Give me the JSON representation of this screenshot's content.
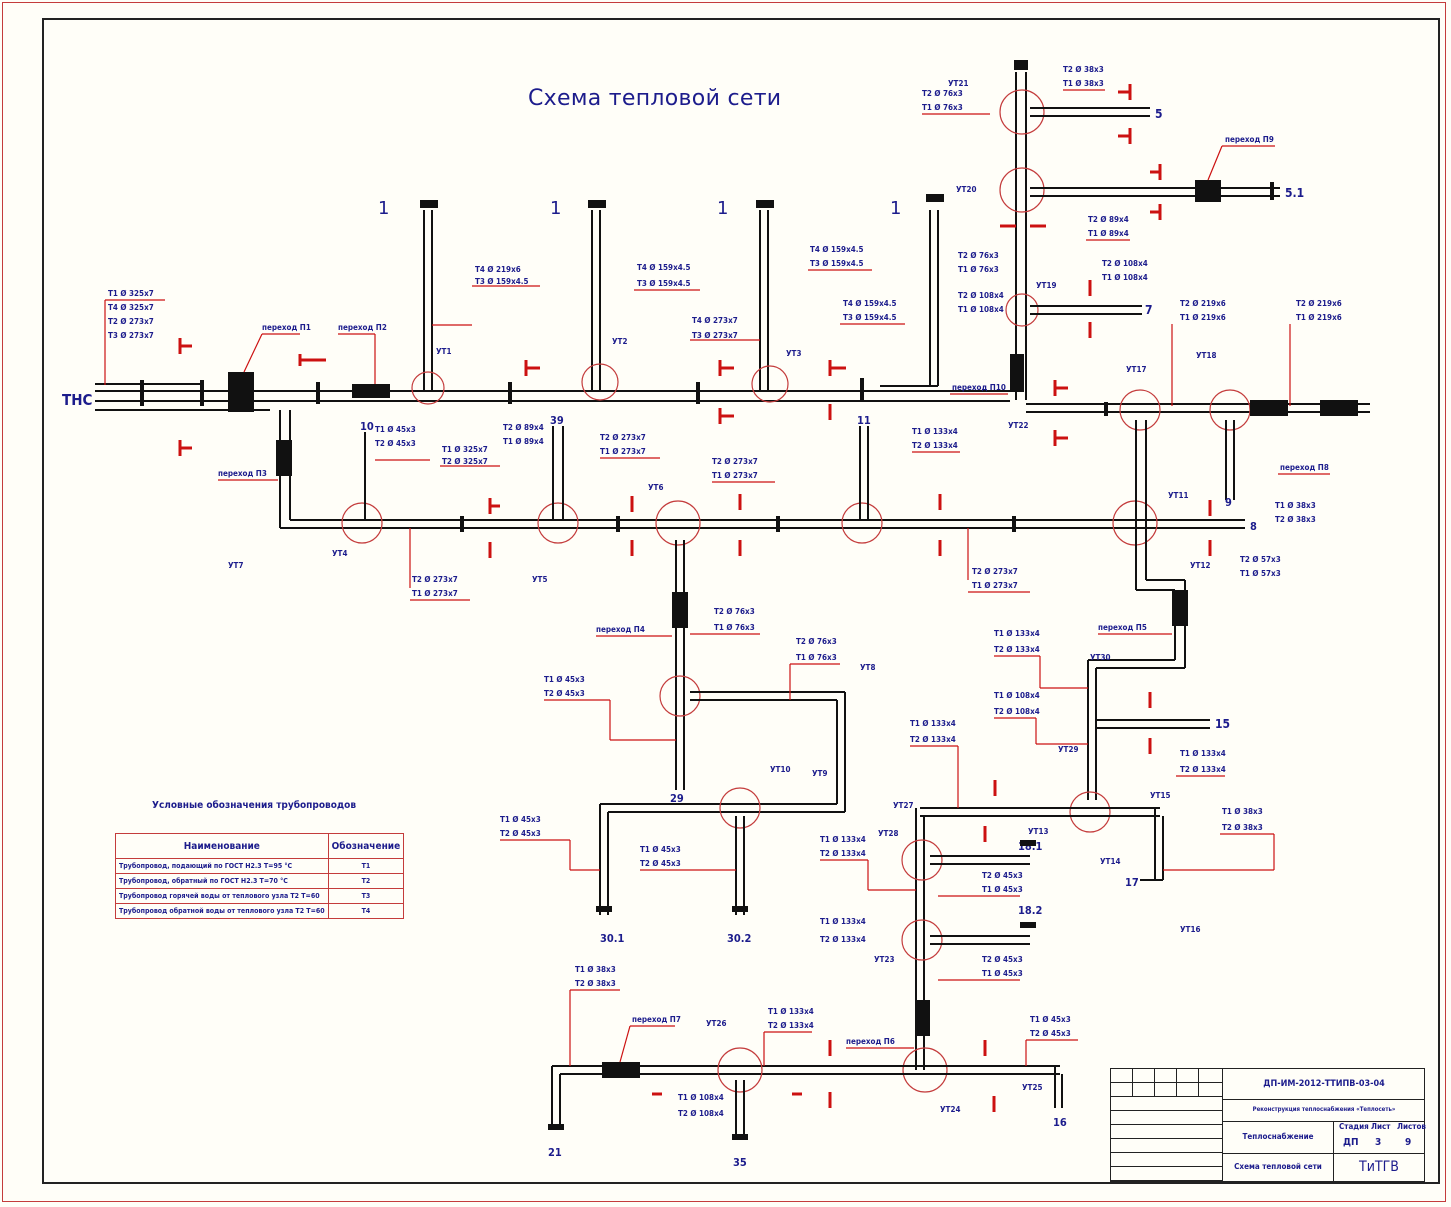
{
  "drawing": {
    "title": "Схема тепловой сети",
    "source": "ТНС"
  },
  "colors": {
    "frame": "#c43c3c",
    "pipe": "#111111",
    "text": "#1c1c8c",
    "leader": "#cc1111"
  },
  "legend": {
    "title": "Условные обозначения трубопроводов",
    "header": {
      "name": "Наименование",
      "code": "Обозначение"
    },
    "rows": [
      {
        "name": "Трубопровод, подающий по ГОСТ Н2.3 Т=95 °С",
        "code": "Т1"
      },
      {
        "name": "Трубопровод, обратный по ГОСТ Н2.3 Т=70 °С",
        "code": "Т2"
      },
      {
        "name": "Трубопровод горячей воды от теплового узла Т2 Т=60",
        "code": "Т3"
      },
      {
        "name": "Трубопровод обратной воды от теплового узла Т2 Т=60",
        "code": "Т4"
      }
    ]
  },
  "stamp": {
    "code": "ДП-ИМ-2012-ТТИПВ-03-04",
    "project": "Реконструкция теплоснабжения «Теплосеть»",
    "section": "Теплоснабжение",
    "stage_label": "Стадия",
    "sheet_label": "Лист",
    "sheets_label": "Листов",
    "stage": "ДП",
    "sheet": "3",
    "sheets": "9",
    "drawing_name": "Схема тепловой сети",
    "org": "ТиТГВ"
  },
  "consumers": [
    "1",
    "1",
    "1",
    "1",
    "5",
    "5.1",
    "7",
    "8",
    "9",
    "10",
    "11",
    "15",
    "16",
    "17",
    "18.1",
    "18.2",
    "21",
    "29",
    "30.1",
    "30.2",
    "35",
    "39"
  ],
  "nodes": [
    "УТ1",
    "УТ2",
    "УТ3",
    "УТ4",
    "УТ5",
    "УТ6",
    "УТ7",
    "УТ8",
    "УТ9",
    "УТ10",
    "УТ11",
    "УТ12",
    "УТ13",
    "УТ14",
    "УТ15",
    "УТ16",
    "УТ17",
    "УТ18",
    "УТ19",
    "УТ20",
    "УТ21",
    "УТ22",
    "УТ23",
    "УТ24",
    "УТ25",
    "УТ26",
    "УТ27",
    "УТ28",
    "УТ29",
    "УТ30"
  ],
  "pipe_labels": {
    "tns": [
      "Т1 Ø 325х7",
      "Т4 Ø 325х7",
      "Т2 Ø 273х7",
      "Т3 Ø 273х7"
    ],
    "br1": [
      "Т4 Ø 219х6",
      "Т3 Ø 159х4.5"
    ],
    "br2": [
      "Т4 Ø 159х4.5",
      "Т3 Ø 159х4.5"
    ],
    "br3": [
      "Т4 Ø 273х7",
      "Т3 Ø 273х7"
    ],
    "br3b": [
      "Т4 Ø 159х4.5",
      "Т3 Ø 159х4.5"
    ],
    "br4": [
      "Т4 Ø 159х4.5",
      "Т3 Ø 159х4.5"
    ],
    "mainA": [
      "Т1 Ø 325х7",
      "Т2 Ø 325х7"
    ],
    "mainB": [
      "Т2 Ø 89х4",
      "Т1 Ø 89х4"
    ],
    "mainC": [
      "Т2 Ø 273х7",
      "Т1 Ø 273х7"
    ],
    "mainD": [
      "Т2 Ø 273х7",
      "Т1 Ø 273х7"
    ],
    "mainE": [
      "Т1 Ø 133х4",
      "Т2 Ø 133х4"
    ],
    "mainF": [
      "Т2 Ø 273х7",
      "Т1 Ø 273х7"
    ],
    "mainG": [
      "Т2 Ø 273х7",
      "Т1 Ø 273х7"
    ],
    "b10": [
      "Т1 Ø 45х3",
      "Т2 Ø 45х3"
    ],
    "top5": [
      "Т2 Ø 38х3",
      "Т1 Ø 38х3"
    ],
    "top5b": [
      "Т2 Ø 76х3",
      "Т1 Ø 76х3"
    ],
    "top51": [
      "Т2 Ø 89х4",
      "Т1 Ø 89х4"
    ],
    "top7": [
      "Т2 Ø 108х4",
      "Т1 Ø 108х4"
    ],
    "top7b": [
      "Т2 Ø 76х3",
      "Т1 Ø 76х3"
    ],
    "top7c": [
      "Т2 Ø 108х4",
      "Т1 Ø 108х4"
    ],
    "r1": [
      "Т2 Ø 219х6",
      "Т1 Ø 219х6"
    ],
    "r2": [
      "Т2 Ø 219х6",
      "Т1 Ø 219х6"
    ],
    "r9": [
      "Т1 Ø 38х3",
      "Т2 Ø 38х3"
    ],
    "r8": [
      "Т2 Ø 57х3",
      "Т1 Ø 57х3"
    ],
    "m1": [
      "Т2 Ø 76х3",
      "Т1 Ø 76х3"
    ],
    "m2": [
      "Т2 Ø 76х3",
      "Т1 Ø 76х3"
    ],
    "m3": [
      "Т1 Ø 45х3",
      "Т2 Ø 45х3"
    ],
    "m4": [
      "Т1 Ø 45х3",
      "Т2 Ø 45х3"
    ],
    "m5": [
      "Т1 Ø 45х3",
      "Т2 Ø 45х3"
    ],
    "m6": [
      "Т1 Ø 133х4",
      "Т2 Ø 133х4"
    ],
    "m7": [
      "Т1 Ø 133х4",
      "Т2 Ø 133х4"
    ],
    "m8": [
      "Т1 Ø 133х4",
      "Т2 Ø 133х4"
    ],
    "m9": [
      "Т2 Ø 45х3",
      "Т1 Ø 45х3"
    ],
    "m10": [
      "Т2 Ø 45х3",
      "Т1 Ø 45х3"
    ],
    "m11": [
      "Т1 Ø 133х4",
      "Т2 Ø 133х4"
    ],
    "m12": [
      "Т1 Ø 108х4",
      "Т2 Ø 108х4"
    ],
    "m13": [
      "Т1 Ø 133х4",
      "Т2 Ø 133х4"
    ],
    "m14": [
      "Т1 Ø 38х3",
      "Т2 Ø 38х3"
    ],
    "b1": [
      "Т1 Ø 38х3",
      "Т2 Ø 38х3"
    ],
    "b2": [
      "Т1 Ø 133х4",
      "Т2 Ø 133х4"
    ],
    "b3": [
      "Т1 Ø 108х4",
      "Т2 Ø 108х4"
    ],
    "b4": [
      "Т1 Ø 45х3",
      "Т2 Ø 45х3"
    ]
  },
  "transitions": [
    "переход П1",
    "переход П2",
    "переход П3",
    "переход П4",
    "переход П5",
    "переход П6",
    "переход П7",
    "переход П8",
    "переход П9",
    "переход П10"
  ]
}
